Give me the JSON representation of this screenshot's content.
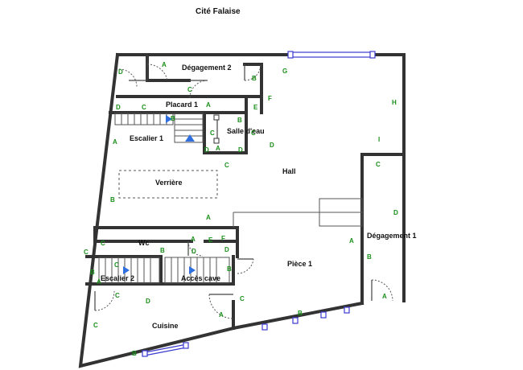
{
  "title": "Cité Falaise",
  "rooms": {
    "degagement2": "Dégagement 2",
    "placard1": "Placard 1",
    "escalier1": "Escalier 1",
    "salle_eau": "Salle d'eau",
    "hall": "Hall",
    "verriere": "Verrière",
    "wc": "Wc",
    "escalier2": "Escalier 2",
    "acces_cave": "Accès cave",
    "piece1": "Pièce  1",
    "degagement1": "Dégagement 1",
    "cuisine": "Cuisine"
  },
  "labels": {
    "a": "A",
    "b": "B",
    "c": "C",
    "d": "D",
    "e": "E",
    "f": "F",
    "g": "G",
    "h": "H",
    "i": "I"
  },
  "colors": {
    "wall": "#333333",
    "label": "#1a8f1a",
    "window": "#3b3bd0",
    "arrow": "#2f6fe0"
  }
}
